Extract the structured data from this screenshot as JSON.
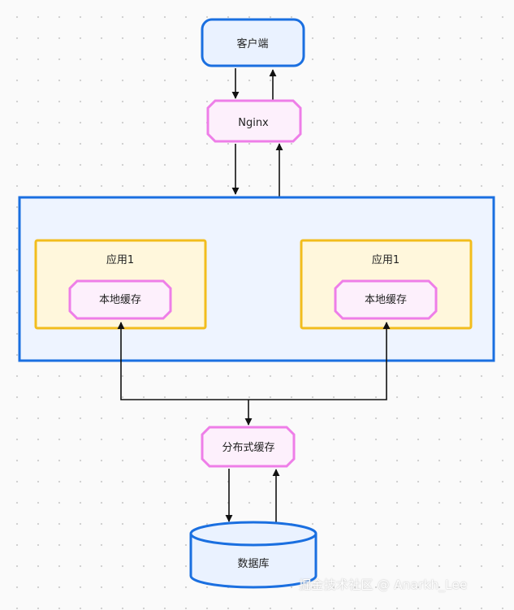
{
  "diagram": {
    "client": "客户端",
    "nginx": "Nginx",
    "apps": [
      {
        "title": "应用1",
        "cache": "本地缓存"
      },
      {
        "title": "应用1",
        "cache": "本地缓存"
      }
    ],
    "distributed_cache": "分布式缓存",
    "database": "数据库"
  },
  "watermark": "掘金技术社区 @ Anarkh_Lee",
  "colors": {
    "blue_border": "#1a6fe0",
    "blue_fill": "#eef4ff",
    "pink_border": "#ee7ee8",
    "pink_fill": "#fdf0fc",
    "yellow_border": "#f2bd1d",
    "yellow_fill": "#fff7dc",
    "arrow": "#111111"
  }
}
